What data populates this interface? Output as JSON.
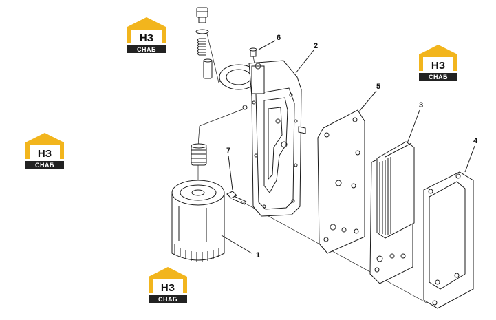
{
  "logo": {
    "top_text": "НЗ",
    "bottom_text": "СНАБ",
    "accent": "#f2b51d",
    "dark": "#222222"
  },
  "callouts": {
    "c1": "1",
    "c2": "2",
    "c3": "3",
    "c4": "4",
    "c5": "5",
    "c6": "6",
    "c7": "7"
  }
}
